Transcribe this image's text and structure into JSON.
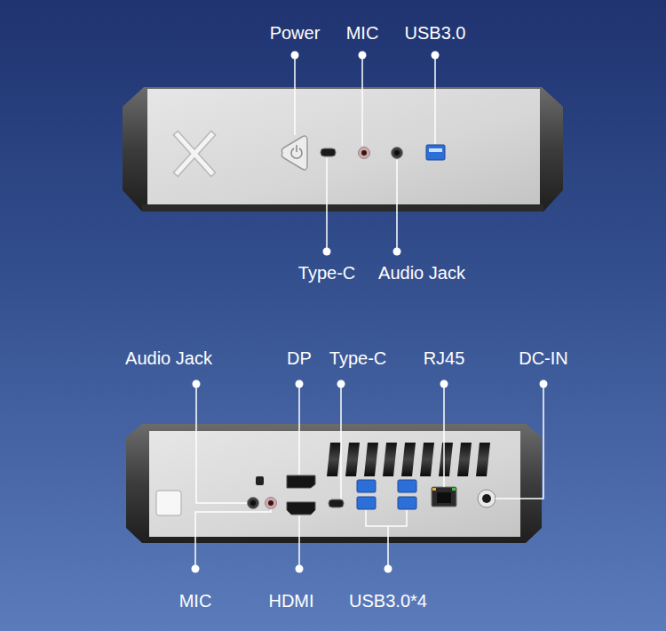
{
  "diagram": {
    "labels": [
      "Power",
      "MIC",
      "USB3.0",
      "Type-C",
      "Audio Jack",
      "Audio Jack",
      "DP",
      "Type-C",
      "RJ45",
      "DC-IN",
      "MIC",
      "HDMI",
      "USB3.0*4"
    ]
  }
}
